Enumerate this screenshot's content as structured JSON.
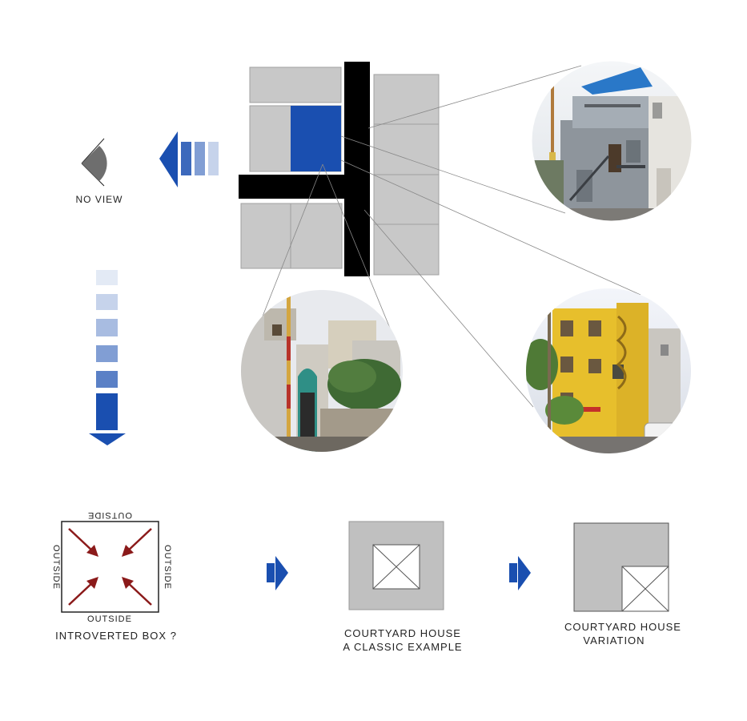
{
  "labels": {
    "no_view": "NO VIEW",
    "introverted_box": "INTROVERTED BOX ?",
    "courtyard_classic_line1": "COURTYARD HOUSE",
    "courtyard_classic_line2": "A CLASSIC EXAMPLE",
    "courtyard_variation_line1": "COURTYARD HOUSE",
    "courtyard_variation_line2": "VARIATION",
    "outside_top": "OUTSIDE",
    "outside_bottom": "OUTSIDE",
    "outside_left": "OUTSIDE",
    "outside_right": "OUTSIDE"
  },
  "colors": {
    "accent_blue": "#1a4fb0",
    "plot_gray": "#c8c8c8",
    "road_black": "#000000",
    "arrow_red": "#8b1a1a",
    "eye_gray": "#707070"
  },
  "photos": [
    {
      "name": "photo-gray-apartment",
      "description_icon": "building-photo"
    },
    {
      "name": "photo-narrow-street-house",
      "description_icon": "building-photo"
    },
    {
      "name": "photo-yellow-apartment",
      "description_icon": "building-photo"
    }
  ]
}
